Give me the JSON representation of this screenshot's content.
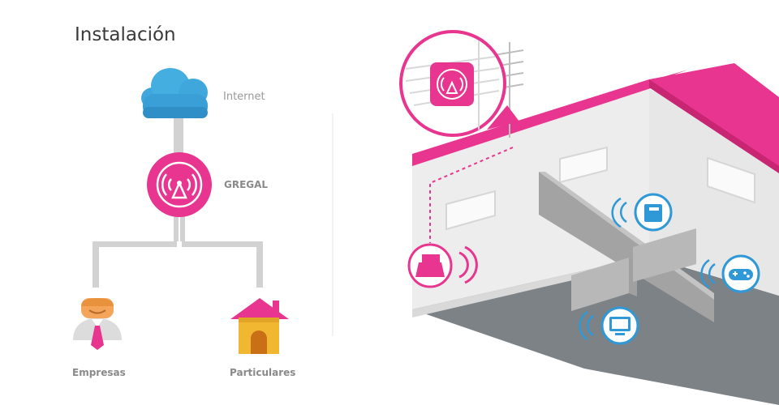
{
  "title": "Instalación",
  "nodes": {
    "internet": "Internet",
    "gregal": "GREGAL",
    "empresas": "Empresas",
    "particulares": "Particulares"
  },
  "colors": {
    "pink": "#e8358f",
    "cloud": "#3fa7dc",
    "line": "#cccccc",
    "roof": "#e8358f",
    "device_blue": "#2f98d6"
  },
  "icons": [
    "cloud-icon",
    "antenna-icon",
    "person-icon",
    "house-icon",
    "router-icon",
    "phone-icon",
    "gamepad-icon",
    "monitor-icon"
  ]
}
